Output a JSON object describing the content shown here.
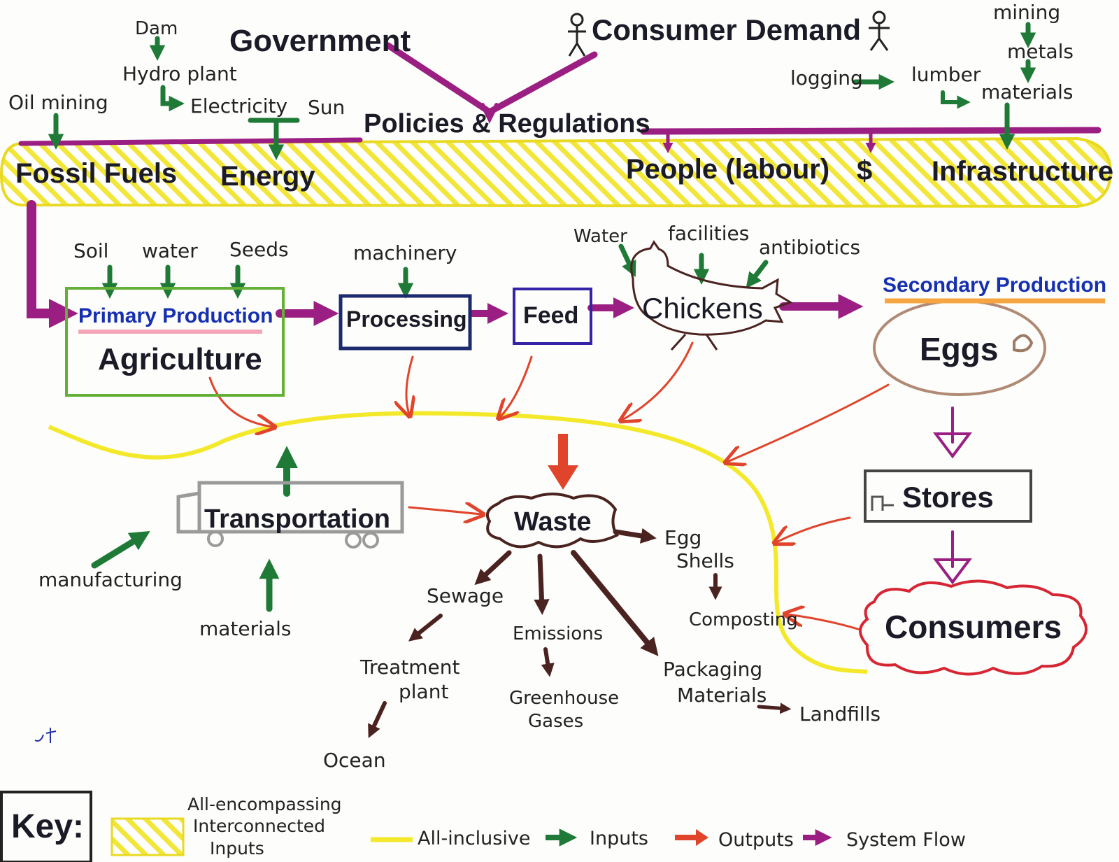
{
  "header": {
    "government": "Government",
    "consumer_demand": "Consumer Demand",
    "policies": "Policies & Regulations"
  },
  "top_sources": {
    "dam": "Dam",
    "hydro_plant": "Hydro plant",
    "electricity": "Electricity",
    "sun": "Sun",
    "oil_mining": "Oil mining",
    "mining": "mining",
    "metals": "metals",
    "materials": "materials",
    "logging": "logging",
    "lumber": "lumber"
  },
  "interconnected_inputs": {
    "fossil_fuels": "Fossil Fuels",
    "energy": "Energy",
    "people": "People (labour)",
    "money": "$",
    "infrastructure": "Infrastructure"
  },
  "production": {
    "soil": "Soil",
    "water": "water",
    "seeds": "Seeds",
    "primary_production": "Primary Production",
    "agriculture": "Agriculture",
    "machinery": "machinery",
    "processing": "Processing",
    "feed": "Feed",
    "water2": "Water",
    "facilities": "facilities",
    "antibiotics": "antibiotics",
    "chickens": "Chickens",
    "secondary_production": "Secondary Production",
    "eggs": "Eggs",
    "stores": "Stores",
    "consumers": "Consumers"
  },
  "waste": {
    "transportation": "Transportation",
    "manufacturing": "manufacturing",
    "materials": "materials",
    "waste": "Waste",
    "egg_shells_1": "Egg",
    "egg_shells_2": "Shells",
    "composting": "Composting",
    "sewage": "Sewage",
    "treatment_1": "Treatment",
    "treatment_2": "plant",
    "ocean": "Ocean",
    "emissions": "Emissions",
    "greenhouse_1": "Greenhouse",
    "greenhouse_2": "Gases",
    "packaging_1": "Packaging",
    "packaging_2": "Materials",
    "landfills": "Landfills",
    "signature": "jt"
  },
  "key": {
    "title": "Key:",
    "item1_line1": "All-encompassing",
    "item1_line2": "Interconnected",
    "item1_line3": "Inputs",
    "item2": "All-inclusive",
    "item3": "Inputs",
    "item4": "Outputs",
    "item5": "System Flow"
  },
  "colors": {
    "input": "#1e7a36",
    "output": "#e0452c",
    "system_flow": "#9b1f83",
    "waste_flow": "#4a2320",
    "all_inclusive": "#f3e92a",
    "highlight": "#f0e23a"
  }
}
